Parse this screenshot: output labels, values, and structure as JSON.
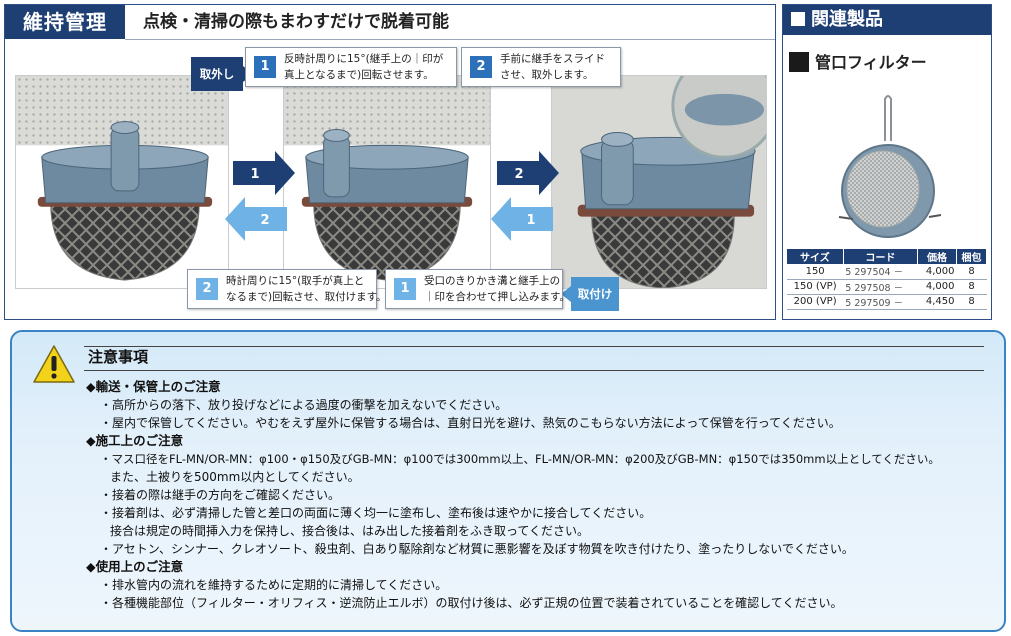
{
  "maintenance": {
    "title": "維持管理",
    "subtitle": "点検・清掃の際もまわすだけで脱着可能",
    "tag_remove": "取外し",
    "tag_attach": "取付け",
    "callout_remove_1": {
      "num": "1",
      "line1": "反時計周りに15°(継手上の｜印が",
      "line2": "真上となるまで)回転させます。"
    },
    "callout_remove_2": {
      "num": "2",
      "line1": "手前に継手をスライド",
      "line2": "させ、取外します。"
    },
    "callout_attach_2": {
      "num": "2",
      "line1": "時計周りに15°(取手が真上と",
      "line2": "なるまで)回転させ、取付けます。"
    },
    "callout_attach_1": {
      "num": "1",
      "line1": "受口のきりかき溝と継手上の",
      "line2": "｜印を合わせて押し込みます。"
    },
    "arrows": {
      "top_left": "1",
      "bottom_left": "2",
      "top_right": "2",
      "bottom_right": "1"
    },
    "colors": {
      "dark_blue": "#1e3f73",
      "step_blue": "#2b70b8",
      "light_blue": "#6fb2e6"
    }
  },
  "related": {
    "title": "関連製品",
    "product_name": "管口フィルター",
    "table": {
      "headers": [
        "サイズ",
        "コード",
        "価格",
        "梱包"
      ],
      "rows": [
        {
          "size": "150",
          "code": "5 297504 －",
          "price": "4,000",
          "pack": "8"
        },
        {
          "size": "150 (VP)",
          "code": "5 297508 －",
          "price": "4,000",
          "pack": "8"
        },
        {
          "size": "200 (VP)",
          "code": "5 297509 －",
          "price": "4,450",
          "pack": "8"
        }
      ]
    }
  },
  "caution": {
    "title": "注意事項",
    "icon": "warning-triangle-icon",
    "sections": [
      {
        "heading": "◆輸送・保管上のご注意",
        "items": [
          "・高所からの落下、放り投げなどによる過度の衝撃を加えないでください。",
          "・屋内で保管してください。やむをえず屋外に保管する場合は、直射日光を避け、熱気のこもらない方法によって保管を行ってください。"
        ]
      },
      {
        "heading": "◆施工上のご注意",
        "items": [
          "・マス口径をFL-MN/OR-MN：φ100・φ150及びGB-MN：φ100では300mm以上、FL-MN/OR-MN：φ200及びGB-MN：φ150では350mm以上としてください。",
          "また、土被りを500mm以内としてください。",
          "・接着の際は継手の方向をご確認ください。",
          "・接着剤は、必ず清掃した管と差口の両面に薄く均一に塗布し、塗布後は速やかに接合してください。",
          "接合は規定の時間挿入力を保持し、接合後は、はみ出した接着剤をふき取ってください。",
          "・アセトン、シンナー、クレオソート、殺虫剤、白あり駆除剤など材質に悪影響を及ぼす物質を吹き付けたり、塗ったりしないでください。"
        ]
      },
      {
        "heading": "◆使用上のご注意",
        "items": [
          "・排水管内の流れを維持するために定期的に清掃してください。",
          "・各種機能部位（フィルター・オリフィス・逆流防止エルボ）の取付け後は、必ず正規の位置で装着されていることを確認してください。"
        ]
      }
    ]
  }
}
